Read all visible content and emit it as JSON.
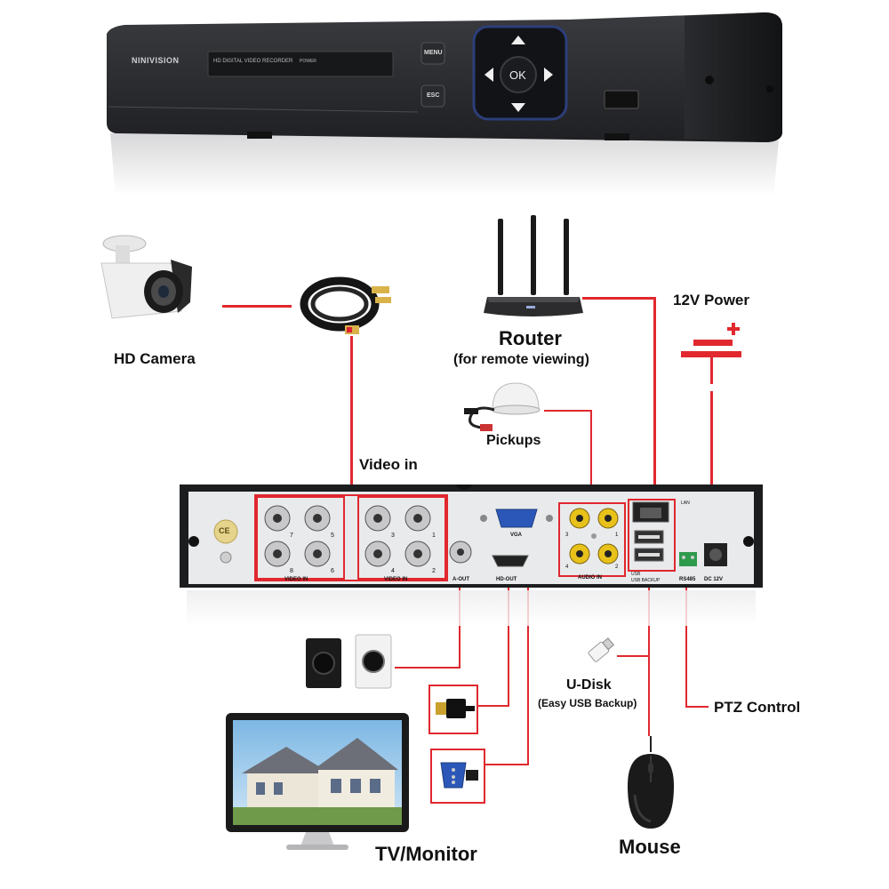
{
  "dvr_front": {
    "brand": "NINIVISION",
    "model_text": "HD DIGITAL VIDEO RECORDER",
    "power_label": "POWER",
    "menu_button": "MENU",
    "esc_button": "ESC",
    "ok_button": "OK"
  },
  "devices": {
    "camera": "HD Camera",
    "router": "Router",
    "router_sub": "(for remote viewing)",
    "power": "12V Power",
    "pickups": "Pickups",
    "video_in": "Video in",
    "udisk": "U-Disk",
    "udisk_sub": "(Easy USB Backup)",
    "ptz": "PTZ Control",
    "tv": "TV/Monitor",
    "mouse": "Mouse"
  },
  "dvr_rear": {
    "video_in_label_a": "VIDEO IN",
    "video_in_label_b": "VIDEO IN",
    "vga_label": "VGA",
    "aout_label": "A-OUT",
    "hdout_label": "HD-OUT",
    "audio_in_label": "AUDIO IN",
    "lan_label": "LAN",
    "usb_label": "USB",
    "usb_backup_label": "USB BACKUP",
    "rs485_label": "RS485",
    "dc_label": "DC 12V",
    "ce_label": "CE",
    "bnc_numbers_a": [
      "7",
      "5",
      "8",
      "6"
    ],
    "bnc_numbers_b": [
      "3",
      "1",
      "4",
      "2"
    ],
    "audio_numbers": [
      "3",
      "1",
      "4",
      "2"
    ]
  },
  "colors": {
    "wire": "#e0282e",
    "dvr_body": "#2c2d30",
    "rear_panel": "#e9eaec"
  }
}
